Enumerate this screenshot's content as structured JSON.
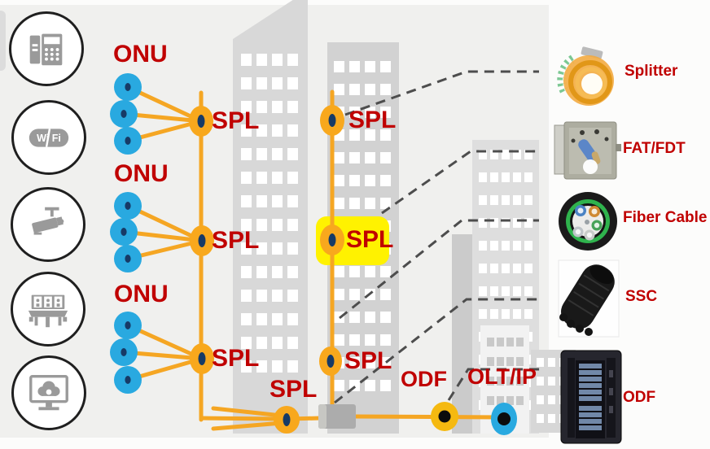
{
  "diagram": {
    "onu_labels": [
      "ONU",
      "ONU",
      "ONU"
    ],
    "spl_labels": [
      "SPL",
      "SPL",
      "SPL",
      "SPL",
      "SPL",
      "SPL",
      "SPL"
    ],
    "odf_label": "ODF",
    "olt_label": "OLT/IP"
  },
  "icons": {
    "wifi_text": "Wi Fi"
  },
  "legend": {
    "items": [
      {
        "name": "splitter",
        "label": "Splitter"
      },
      {
        "name": "fat-fdt",
        "label": "FAT/FDT"
      },
      {
        "name": "fiber-cable",
        "label": "Fiber Cable"
      },
      {
        "name": "ssc",
        "label": "SSC"
      },
      {
        "name": "odf",
        "label": "ODF"
      }
    ]
  },
  "colors": {
    "fiber_orange": "#F5A623",
    "onu_blue": "#29A9E0",
    "label_red": "#C00000",
    "highlight_yellow": "#FFF200",
    "node_center_navy": "#173A66"
  }
}
